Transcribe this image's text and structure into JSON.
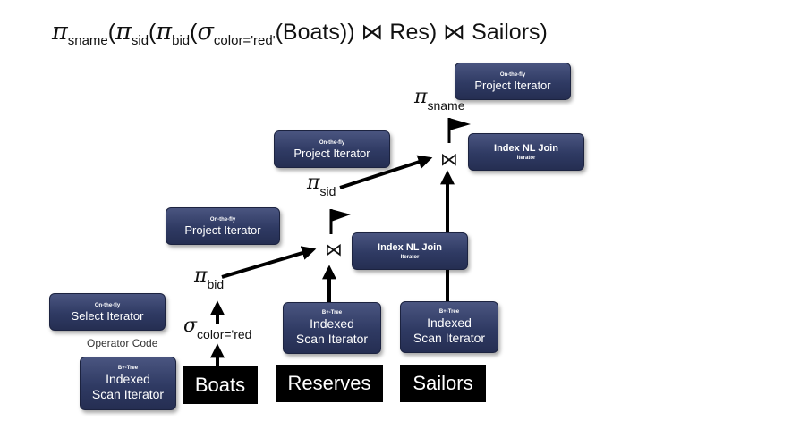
{
  "expression": {
    "pi": "π",
    "sigma": "σ",
    "join": "⋈",
    "sub_sname": "sname",
    "sub_sid": "sid",
    "sub_bid": "bid",
    "sub_color": "color='red'",
    "boats": "(Boats))",
    "res": "Res)",
    "sailors": "Sailors)",
    "open": "(",
    "space_join": " ⋈ "
  },
  "tables": {
    "boats": "Boats",
    "reserves": "Reserves",
    "sailors": "Sailors"
  },
  "operators": {
    "pi": "π",
    "sigma": "σ",
    "join": "⋈",
    "sname": "sname",
    "sid": "sid",
    "bid": "bid",
    "color": "color='red"
  },
  "nodes": {
    "project_top": {
      "tag": "On-the-fly",
      "label": "Project Iterator"
    },
    "join_top": {
      "label": "Index NL Join",
      "sub": "Iterator"
    },
    "project_sid": {
      "tag": "On-the-fly",
      "label": "Project Iterator"
    },
    "project_bid": {
      "tag": "On-the-fly",
      "label": "Project Iterator"
    },
    "join_mid": {
      "label": "Index NL Join",
      "sub": "Iterator"
    },
    "select": {
      "tag": "On-the-fly",
      "label": "Select Iterator"
    },
    "scan_reserves": {
      "tag": "B+-Tree",
      "line1": "Indexed",
      "line2": "Scan Iterator"
    },
    "scan_sailors": {
      "tag": "B+-Tree",
      "line1": "Indexed",
      "line2": "Scan Iterator"
    },
    "scan_boats": {
      "tag": "B+-Tree",
      "line1": "Indexed",
      "line2": "Scan Iterator"
    }
  },
  "caption": "Operator Code"
}
